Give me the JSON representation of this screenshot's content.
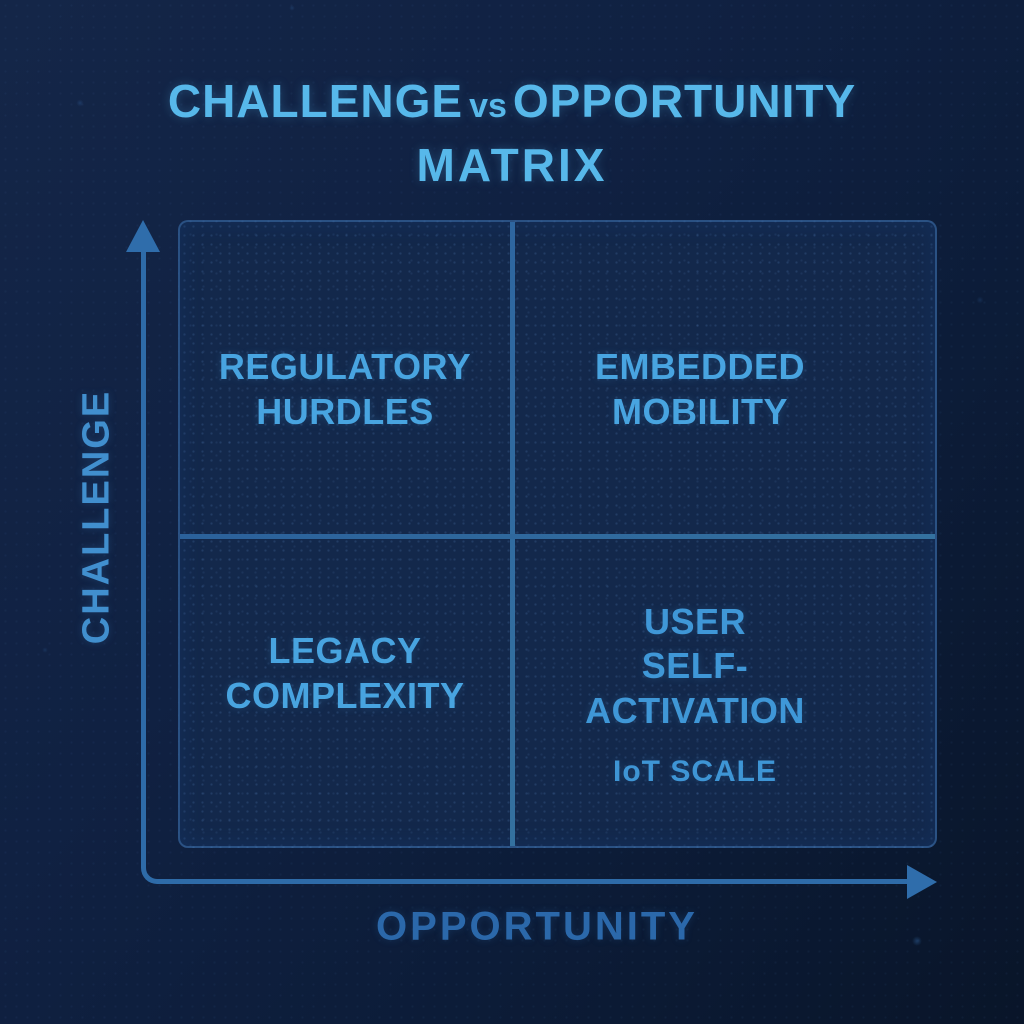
{
  "title": {
    "part1": "CHALLENGE",
    "separator": "vs",
    "part2": "OPPORTUNITY",
    "line2": "MATRIX"
  },
  "axes": {
    "y_label": "CHALLENGE",
    "x_label": "OPPORTUNITY"
  },
  "quadrants": {
    "top_left": {
      "label": "REGULATORY\nHURDLES"
    },
    "top_right": {
      "label": "EMBEDDED\nMOBILITY"
    },
    "bottom_left": {
      "label": "LEGACY\nCOMPLEXITY"
    },
    "bottom_right": {
      "label": "USER\nSELF-\nACTIVATION",
      "sub_label": "IoT SCALE"
    }
  },
  "colors": {
    "background_top_left": "#142648",
    "background_bottom_right": "#091529",
    "panel_fill": "#13284b",
    "grid_line": "#2f6aa6",
    "axis_line": "#2e6ba8",
    "title_text": "#57b8ea",
    "quadrant_text": "#48a4e0",
    "quadrant_text_dim": "#3f97d7",
    "x_axis_label_text": "#2b68aa",
    "y_axis_label_text": "#418fce"
  }
}
